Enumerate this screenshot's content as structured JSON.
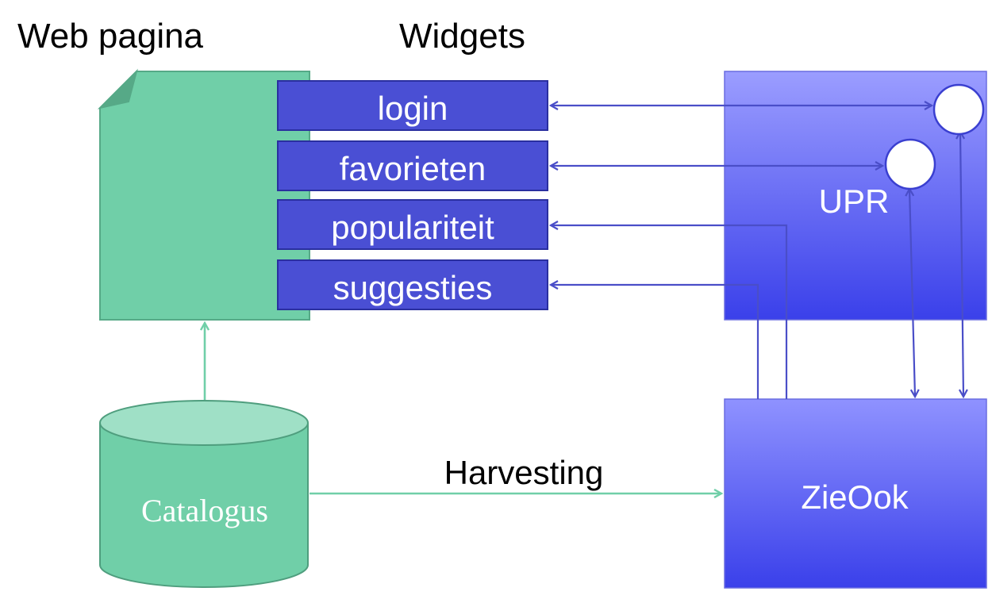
{
  "headings": {
    "web_page": "Web pagina",
    "widgets": "Widgets"
  },
  "widgets": [
    {
      "label": "login",
      "arrow": "both"
    },
    {
      "label": "favorieten",
      "arrow": "both"
    },
    {
      "label": "populariteit",
      "arrow": "to-widget"
    },
    {
      "label": "suggesties",
      "arrow": "to-widget"
    }
  ],
  "boxes": {
    "upr": "UPR",
    "zieook": "ZieOok",
    "catalog": "Catalogus"
  },
  "edges": {
    "harvest": "Harvesting"
  },
  "colors": {
    "page_green": "#70cfa8",
    "page_green_dark": "#56a987",
    "widget_blue": "#4a4fd4",
    "widget_border": "#2a2fa0",
    "box_blue_top": "#9a9cff",
    "box_blue_bottom": "#3a3fe8",
    "arrow_blue": "#4a4ec8",
    "arrow_green": "#70cfa8"
  }
}
